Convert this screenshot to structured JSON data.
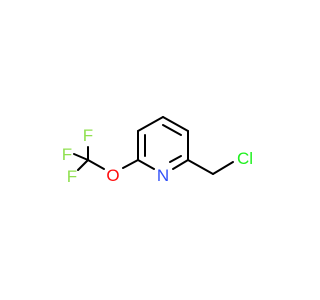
{
  "molecule": {
    "atoms": {
      "n1": {
        "symbol": "N",
        "color": "#3050f8"
      },
      "o1": {
        "symbol": "O",
        "color": "#ff0d0d"
      },
      "cl1": {
        "symbol": "Cl",
        "color": "#1ff01f"
      },
      "f1": {
        "symbol": "F",
        "color": "#90e050"
      },
      "f2": {
        "symbol": "F",
        "color": "#90e050"
      },
      "f3": {
        "symbol": "F",
        "color": "#90e050"
      }
    },
    "bond_color": "#000000",
    "background": "#ffffff"
  }
}
